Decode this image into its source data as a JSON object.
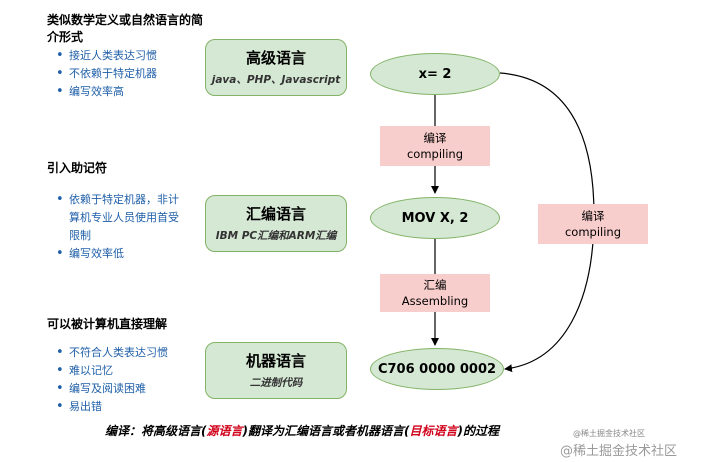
{
  "sections": [
    {
      "heading_line1": "类似数学定义或自然语言的简",
      "heading_line2": "介形式",
      "bullets": [
        "接近人类表达习惯",
        "不依赖于特定机器",
        "编写效率高"
      ]
    },
    {
      "heading_line1": "引入助记符",
      "bullet_lines": [
        [
          "依赖于特定机器，非计",
          "算机专业人员使用首受",
          "限制"
        ],
        [
          "编写效率低"
        ]
      ]
    },
    {
      "heading_line1": "可以被计算机直接理解",
      "bullets": [
        "不符合人类表达习惯",
        "难以记忆",
        "编写及阅读困难",
        "易出错"
      ]
    }
  ],
  "languages": [
    {
      "title": "高级语言",
      "subtitle": "java、PHP、Javascript"
    },
    {
      "title": "汇编语言",
      "subtitle": "IBM PC汇编和ARM汇编"
    },
    {
      "title": "机器语言",
      "subtitle": "二进制代码"
    }
  ],
  "code_nodes": [
    "x= 2",
    "MOV X, 2",
    "C706 0000 0002"
  ],
  "process_boxes": [
    {
      "line1": "编译",
      "line2": "compiling"
    },
    {
      "line1": "汇编",
      "line2": "Assembling"
    },
    {
      "line1": "编译",
      "line2": "compiling"
    }
  ],
  "footer": {
    "prefix": "编译：将高级语言(",
    "source": "源语言",
    "middle": ")翻译为汇编语言或者机器语言(",
    "target": "目标语言",
    "suffix": ")的过程"
  },
  "watermark": {
    "small": "@稀土掘金技术社区",
    "big": "@稀土掘金技术社区"
  },
  "colors": {
    "green_fill": "#d5e8d4",
    "green_border": "#82b366",
    "pink_fill": "#f8cecc",
    "bullet_blue": "#1f5fa8",
    "highlight_red": "#d0021b"
  }
}
